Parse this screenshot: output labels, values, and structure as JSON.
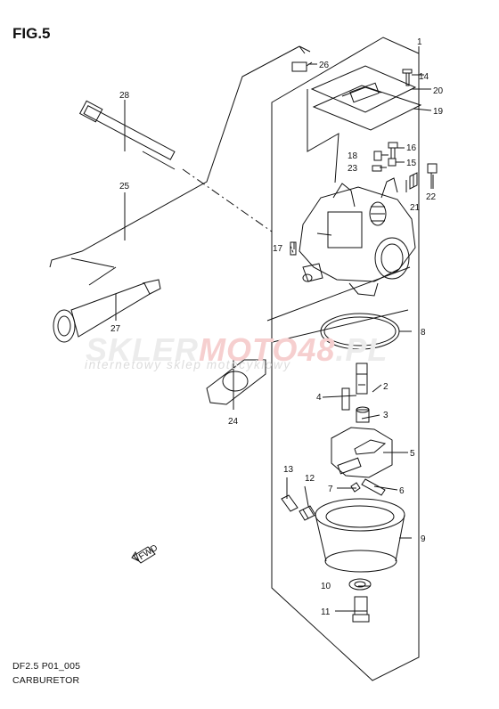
{
  "figure_label": "FIG.5",
  "footer": {
    "model_code": "DF2.5 P01_005",
    "title": "CARBURETOR"
  },
  "watermark": {
    "brand_a": "SKLER",
    "brand_b": "MOTO48",
    "brand_c": ".PL",
    "tagline": "internetowy sklep motocyklowy"
  },
  "arrow_label": "FWD",
  "callouts": [
    {
      "id": "1",
      "label": "1"
    },
    {
      "id": "2",
      "label": "2"
    },
    {
      "id": "3",
      "label": "3"
    },
    {
      "id": "4",
      "label": "4"
    },
    {
      "id": "5",
      "label": "5"
    },
    {
      "id": "6",
      "label": "6"
    },
    {
      "id": "7",
      "label": "7"
    },
    {
      "id": "8",
      "label": "8"
    },
    {
      "id": "9",
      "label": "9"
    },
    {
      "id": "10",
      "label": "10"
    },
    {
      "id": "11",
      "label": "11"
    },
    {
      "id": "12",
      "label": "12"
    },
    {
      "id": "13",
      "label": "13"
    },
    {
      "id": "14",
      "label": "14"
    },
    {
      "id": "15",
      "label": "15"
    },
    {
      "id": "16",
      "label": "16"
    },
    {
      "id": "17",
      "label": "17"
    },
    {
      "id": "18",
      "label": "18"
    },
    {
      "id": "19",
      "label": "19"
    },
    {
      "id": "20",
      "label": "20"
    },
    {
      "id": "21",
      "label": "21"
    },
    {
      "id": "22",
      "label": "22"
    },
    {
      "id": "23",
      "label": "23"
    },
    {
      "id": "24",
      "label": "24"
    },
    {
      "id": "25",
      "label": "25"
    },
    {
      "id": "26",
      "label": "26"
    },
    {
      "id": "27",
      "label": "27"
    },
    {
      "id": "28",
      "label": "28"
    }
  ]
}
